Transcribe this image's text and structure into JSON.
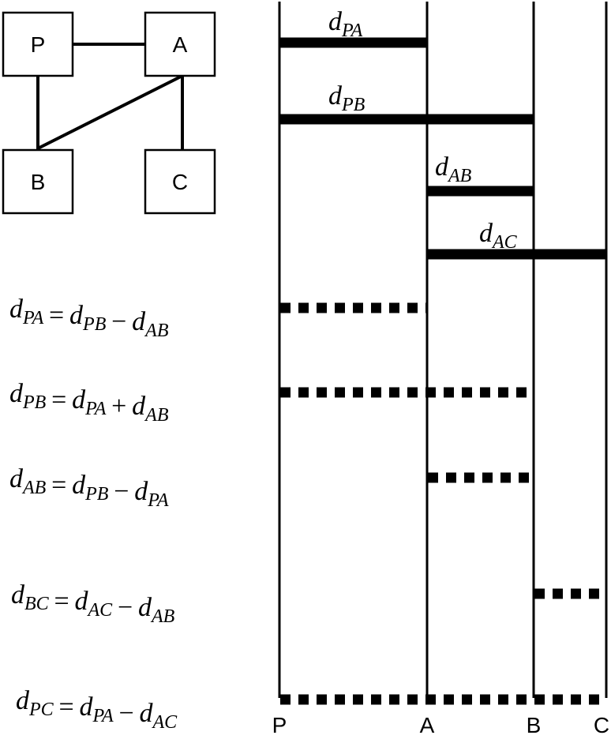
{
  "graph": {
    "nodes": [
      "P",
      "A",
      "B",
      "C"
    ],
    "edges": [
      [
        "P",
        "A"
      ],
      [
        "P",
        "B"
      ],
      [
        "A",
        "B"
      ],
      [
        "A",
        "C"
      ]
    ]
  },
  "axis": {
    "labels": [
      "P",
      "A",
      "B",
      "C"
    ]
  },
  "segments": [
    {
      "d": "d",
      "sub": "PA",
      "from": "P",
      "to": "A"
    },
    {
      "d": "d",
      "sub": "PB",
      "from": "P",
      "to": "B"
    },
    {
      "d": "d",
      "sub": "AB",
      "from": "A",
      "to": "B"
    },
    {
      "d": "d",
      "sub": "AC",
      "from": "A",
      "to": "C"
    }
  ],
  "equations": [
    {
      "lhs": "PA",
      "rhs1": "PB",
      "op": "−",
      "rhs2": "AB",
      "from": "P",
      "to": "A"
    },
    {
      "lhs": "PB",
      "rhs1": "PA",
      "op": "+",
      "rhs2": "AB",
      "from": "P",
      "to": "B"
    },
    {
      "lhs": "AB",
      "rhs1": "PB",
      "op": "−",
      "rhs2": "PA",
      "from": "A",
      "to": "B"
    },
    {
      "lhs": "BC",
      "rhs1": "AC",
      "op": "−",
      "rhs2": "AB",
      "from": "B",
      "to": "C"
    },
    {
      "lhs": "PC",
      "rhs1": "PA",
      "op": "−",
      "rhs2": "AC",
      "from": "P",
      "to": "C"
    }
  ]
}
